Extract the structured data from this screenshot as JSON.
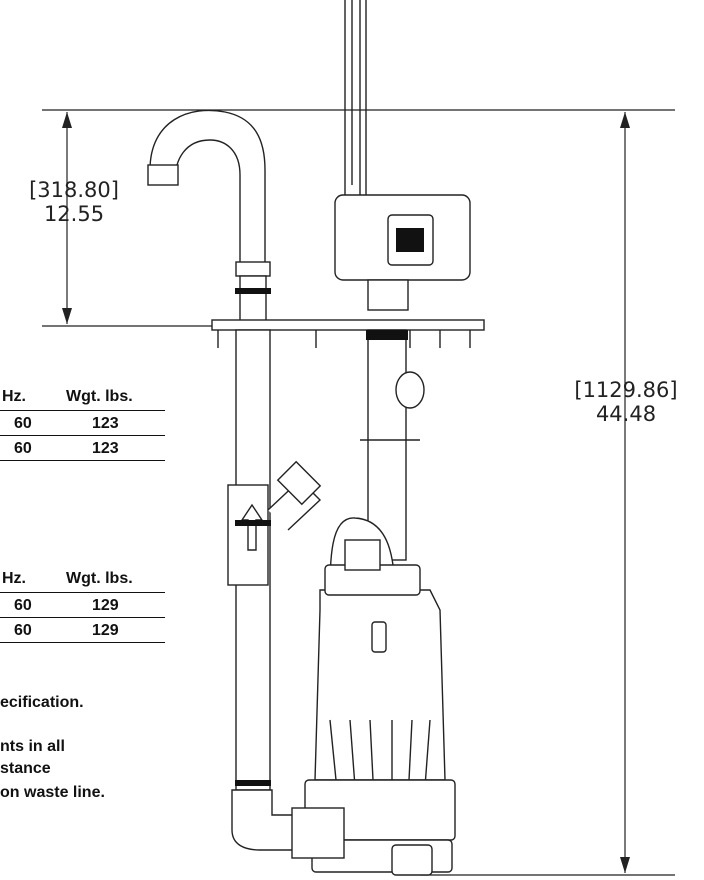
{
  "dimensions": {
    "upper": {
      "mm": "[318.80]",
      "in": "12.55"
    },
    "overall": {
      "mm": "[1129.86]",
      "in": "44.48"
    }
  },
  "tables": [
    {
      "headers": [
        "Hz.",
        "Wgt. lbs."
      ],
      "rows": [
        [
          "60",
          "123"
        ],
        [
          "60",
          "123"
        ]
      ]
    },
    {
      "headers": [
        "Hz.",
        "Wgt. lbs."
      ],
      "rows": [
        [
          "60",
          "129"
        ],
        [
          "60",
          "129"
        ]
      ]
    }
  ],
  "notes": [
    "ecification.",
    "nts in all",
    "stance",
    "on waste line."
  ]
}
